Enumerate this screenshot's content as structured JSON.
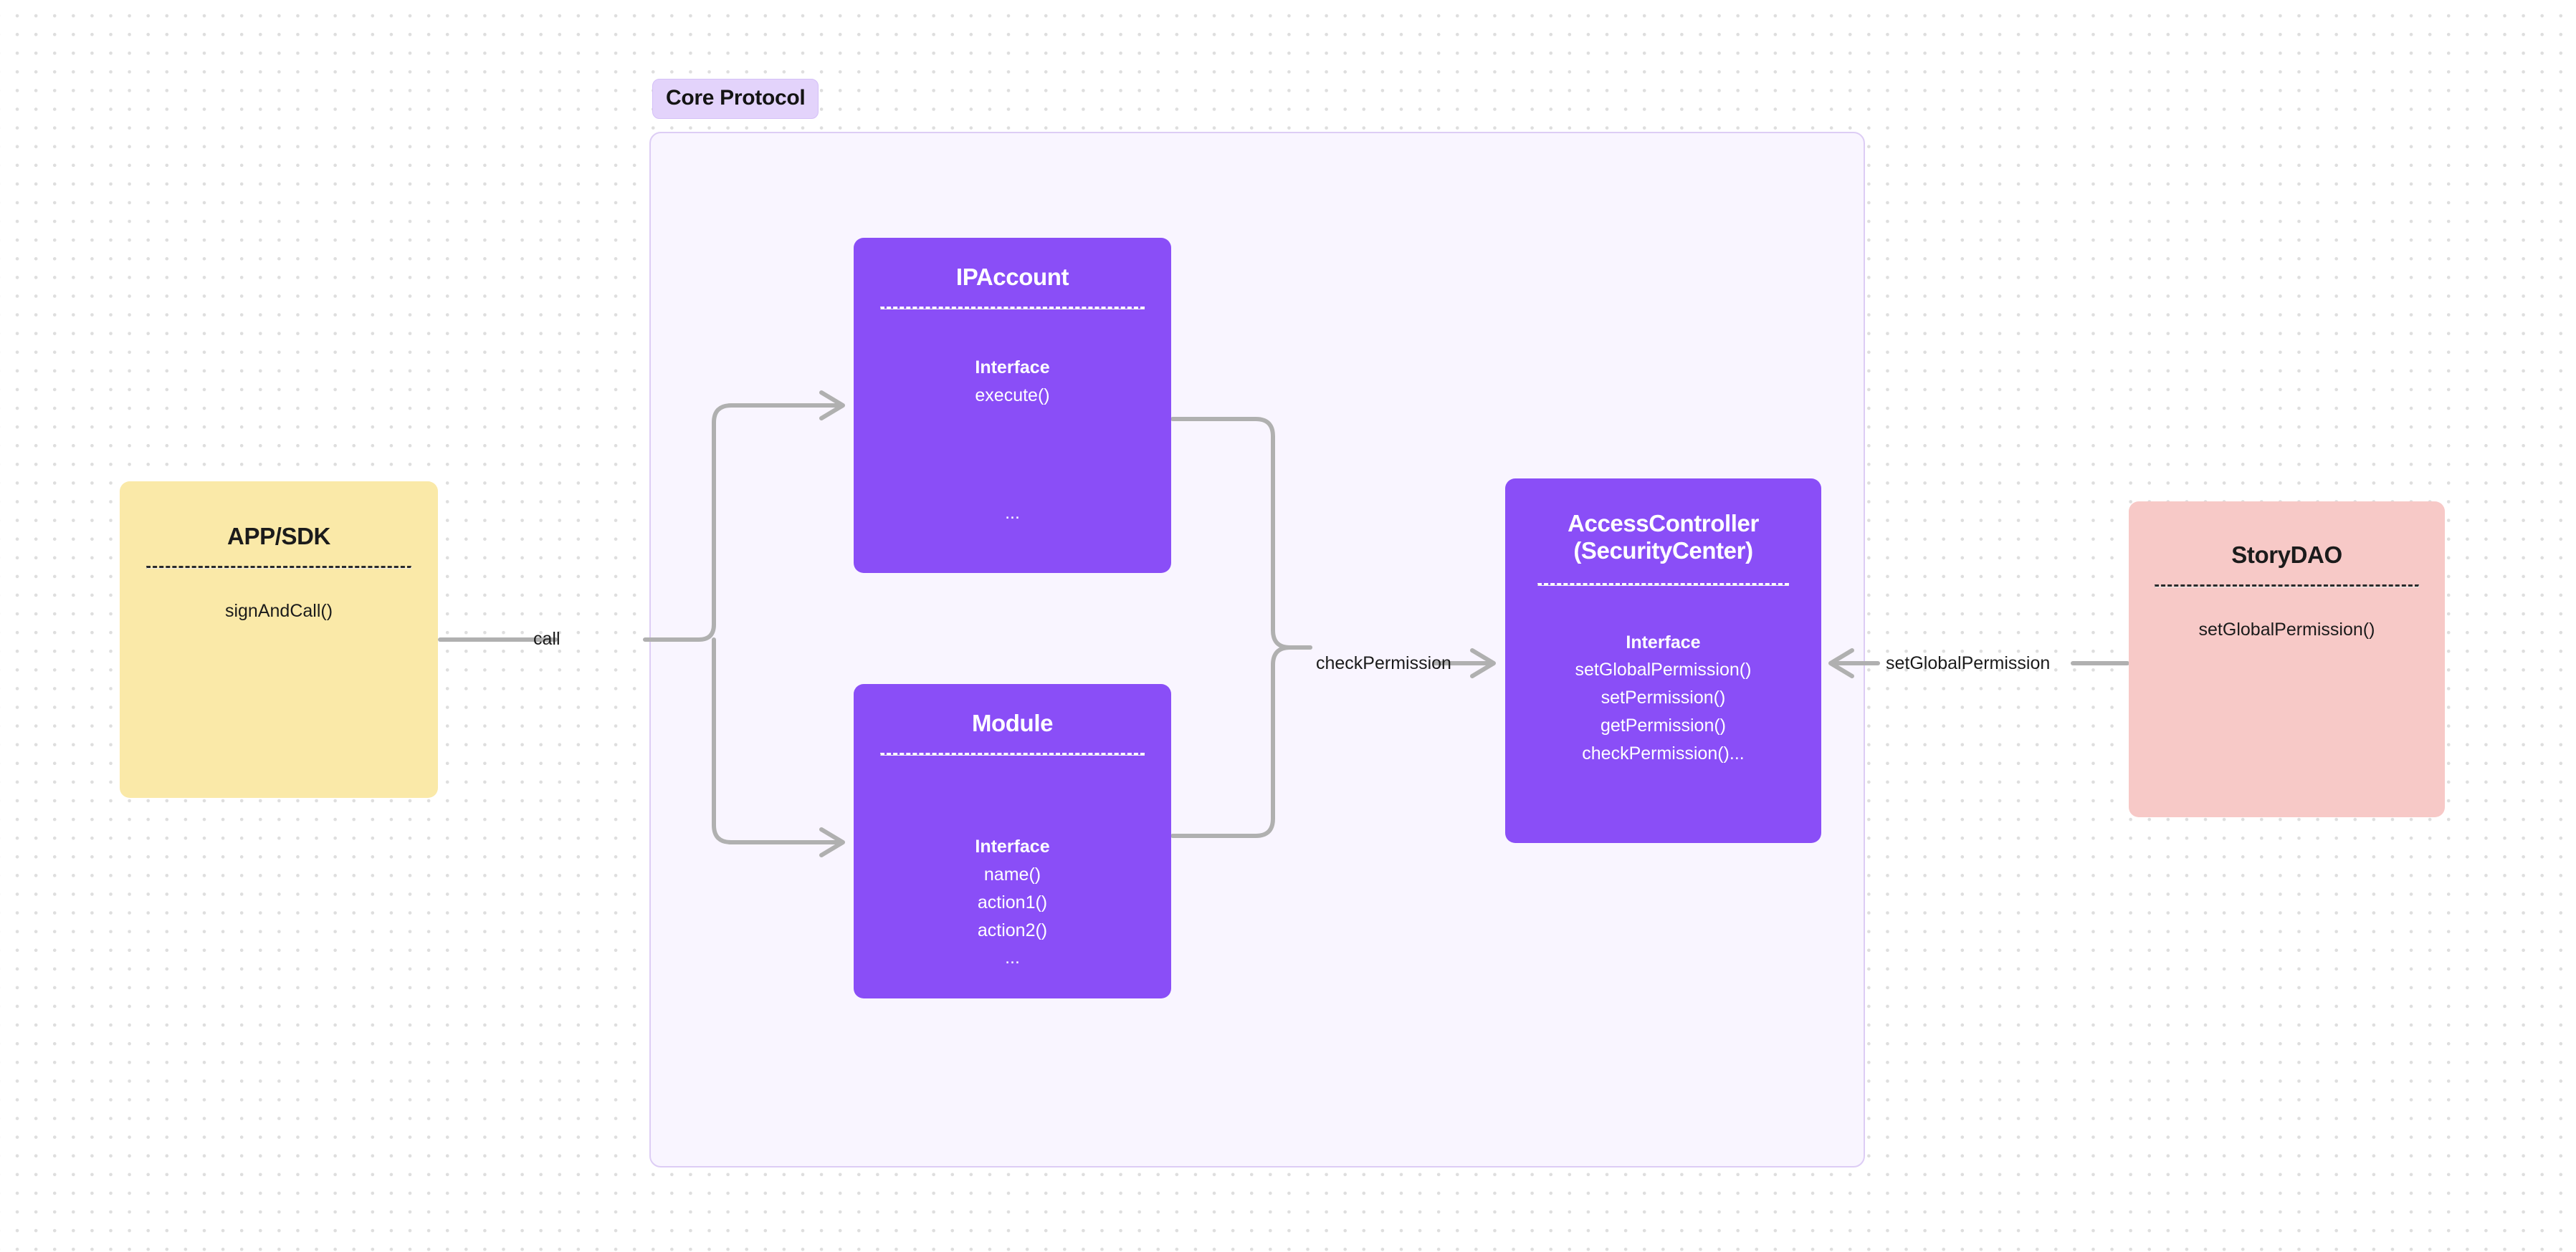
{
  "diagram": {
    "type": "architecture-flow",
    "background": "dot-grid",
    "group": {
      "label": "Core Protocol",
      "fill": "#f9f5ff",
      "border": "#ddcdf5",
      "label_fill": "#e3d3fb"
    },
    "colors": {
      "purple": "#8a4ef7",
      "yellow": "#fae9a8",
      "pink": "#f7c9c7",
      "edge": "#b0b0b0",
      "text_dark": "#1b1b1b",
      "text_light": "#ffffff"
    },
    "nodes": [
      {
        "id": "appsdk",
        "title": "APP/SDK",
        "color": "yellow",
        "interface_heading": "",
        "methods": [
          "signAndCall()"
        ],
        "ellipsis": ""
      },
      {
        "id": "ipaccount",
        "title": "IPAccount",
        "color": "purple",
        "interface_heading": "Interface",
        "methods": [
          "execute()"
        ],
        "ellipsis": "..."
      },
      {
        "id": "module",
        "title": "Module",
        "color": "purple",
        "interface_heading": "Interface",
        "methods": [
          "name()",
          "action1()",
          "action2()"
        ],
        "ellipsis": "..."
      },
      {
        "id": "access",
        "title": "AccessController (SecurityCenter)",
        "title_line1": "AccessController",
        "title_line2": "(SecurityCenter)",
        "color": "purple",
        "interface_heading": "Interface",
        "methods": [
          "setGlobalPermission()",
          "setPermission()",
          "getPermission()",
          "checkPermission()..."
        ],
        "ellipsis": ""
      },
      {
        "id": "storydao",
        "title": "StoryDAO",
        "color": "pink",
        "interface_heading": "",
        "methods": [
          "setGlobalPermission()"
        ],
        "ellipsis": ""
      }
    ],
    "edges": [
      {
        "id": "call",
        "label": "call",
        "from": "appsdk",
        "to": [
          "ipaccount",
          "module"
        ],
        "direction": "right"
      },
      {
        "id": "checkPermission",
        "label": "checkPermission",
        "from": [
          "ipaccount",
          "module"
        ],
        "to": "access",
        "direction": "right"
      },
      {
        "id": "setGlobalPermission",
        "label": "setGlobalPermission",
        "from": "storydao",
        "to": "access",
        "direction": "left"
      }
    ]
  }
}
